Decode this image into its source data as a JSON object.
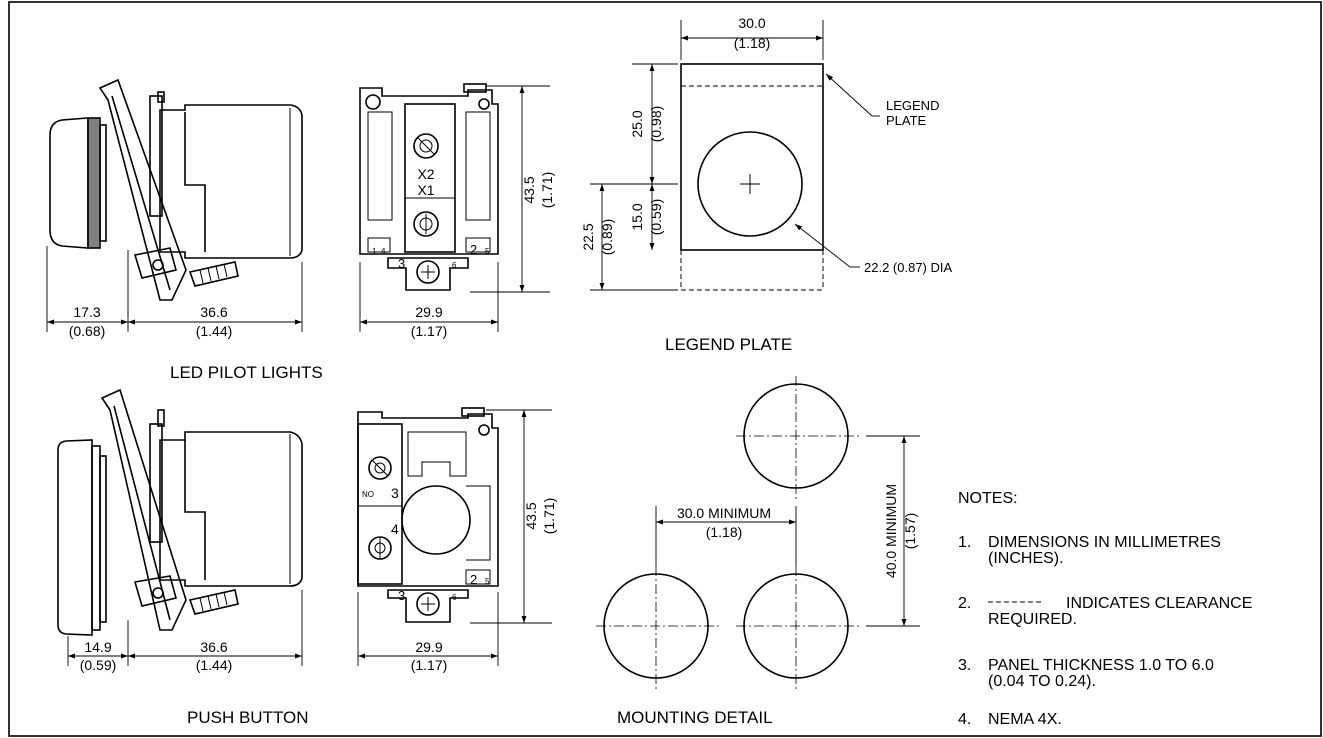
{
  "captions": {
    "led_pilot_lights": "LED PILOT LIGHTS",
    "push_button": "PUSH BUTTON",
    "legend_plate": "LEGEND PLATE",
    "mounting_detail": "MOUNTING DETAIL"
  },
  "led": {
    "front_width": "17.3",
    "front_width_in": "(0.68)",
    "body_depth": "36.6",
    "body_depth_in": "(1.44)",
    "block_width": "29.9",
    "block_width_in": "(1.17)",
    "block_height": "43.5",
    "block_height_in": "(1.71)",
    "terminal_x2": "X2",
    "terminal_x1": "X1",
    "term_1": "1",
    "term_2": "2",
    "term_3": "3",
    "term_4": "4",
    "term_5": "5",
    "term_6": "6"
  },
  "push": {
    "front_width": "14.9",
    "front_width_in": "(0.59)",
    "body_depth": "36.6",
    "body_depth_in": "(1.44)",
    "block_width": "29.9",
    "block_width_in": "(1.17)",
    "block_height": "43.5",
    "block_height_in": "(1.71)",
    "contact_no": "NO",
    "contact_3": "3",
    "contact_4": "4",
    "term_2": "2",
    "term_3": "3",
    "term_5": "5",
    "term_6": "6"
  },
  "legend": {
    "width": "30.0",
    "width_in": "(1.18)",
    "upper_height": "25.0",
    "upper_height_in": "(0.98)",
    "lower_total": "22.5",
    "lower_total_in": "(0.89)",
    "lower_center": "15.0",
    "lower_center_in": "(0.59)",
    "plate_label_1": "LEGEND",
    "plate_label_2": "PLATE",
    "hole_dia": "22.2 (0.87) DIA"
  },
  "mounting": {
    "horizontal_min": "30.0 MINIMUM",
    "horizontal_min_in": "(1.18)",
    "vertical_min": "40.0 MINIMUM",
    "vertical_min_in": "(1.57)"
  },
  "notes": {
    "heading": "NOTES:",
    "n1_num": "1.",
    "n1_line1": "DIMENSIONS IN MILLIMETRES",
    "n1_line2": "(INCHES).",
    "n2_num": "2.",
    "n2_line1": "INDICATES CLEARANCE",
    "n2_line2": "REQUIRED.",
    "n3_num": "3.",
    "n3_line1": "PANEL THICKNESS 1.0 TO 6.0",
    "n3_line2": "(0.04 TO 0.24).",
    "n4_num": "4.",
    "n4_line1": "NEMA 4X."
  }
}
